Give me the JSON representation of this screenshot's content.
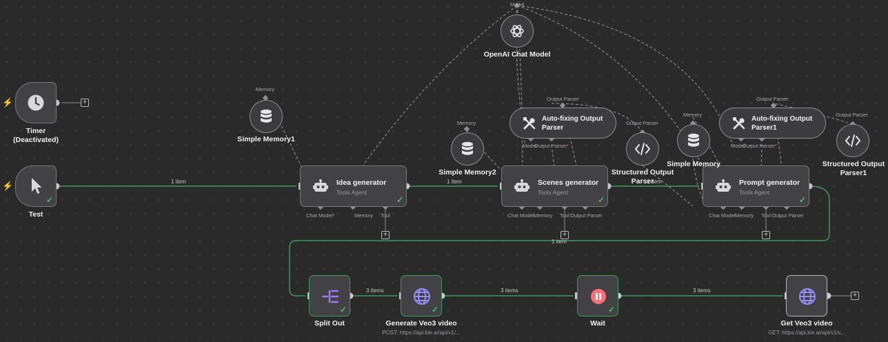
{
  "nodes": {
    "timer": {
      "title": "Timer",
      "subtitle": "(Deactivated)"
    },
    "test": {
      "title": "Test"
    },
    "idea": {
      "title": "Idea generator",
      "subtitle": "Tools Agent",
      "ports": {
        "chat_model": "Chat Model",
        "memory": "Memory",
        "tool": "Tool"
      }
    },
    "scenes": {
      "title": "Scenes generator",
      "subtitle": "Tools Agent",
      "ports": {
        "chat_model": "Chat Model",
        "memory": "Memory",
        "tool": "Tool",
        "output_parser": "Output Parser"
      }
    },
    "prompt": {
      "title": "Prompt generator",
      "subtitle": "Tools Agent",
      "ports": {
        "chat_model": "Chat Model",
        "memory": "Memory",
        "tool": "Tool",
        "output_parser": "Output Parser"
      }
    },
    "memory1": {
      "title": "Simple Memory1",
      "port": "Memory"
    },
    "memory2": {
      "title": "Simple Memory2",
      "port": "Memory"
    },
    "memory3": {
      "title": "Simple Memory",
      "port": "Memory"
    },
    "openai": {
      "title": "OpenAI Chat Model",
      "port": "Model"
    },
    "autofix1": {
      "title": "Auto-fixing Output Parser",
      "top_port": "Output Parser",
      "port_model": "Model",
      "port_output": "Output Parser"
    },
    "autofix2": {
      "title": "Auto-fixing Output Parser1",
      "top_port": "Output Parser",
      "port_model": "Model",
      "port_output": "Output Parser"
    },
    "struct1": {
      "title": "Structured Output Parser",
      "port": "Output Parser"
    },
    "struct2": {
      "title": "Structured Output Parser1",
      "port": "Output Parser"
    },
    "split": {
      "title": "Split Out"
    },
    "veo3": {
      "title": "Generate Veo3 video",
      "subtitle": "POST: https://api.kie.ai/api/v1/..."
    },
    "wait": {
      "title": "Wait"
    },
    "getveo": {
      "title": "Get Veo3 video",
      "subtitle": "GET: https://api.kie.ai/api/v1/v..."
    }
  },
  "edges": {
    "test_idea": "1 item",
    "idea_scenes": "1 item",
    "scenes_prompt": "1 item",
    "prompt_split": "1 item",
    "split_veo3": "3 items",
    "veo3_wait": "3 items",
    "wait_getveo": "3 items"
  },
  "colors": {
    "main_wire": "#3d9a5d",
    "sub_wire": "#8f8f93",
    "success": "#4cbf6e",
    "trigger_bolt": "#ff6d5a",
    "split_icon": "#a07bff",
    "http_icon": "#9d8cff",
    "wait_icon": "#ff6f7a"
  },
  "icons": {
    "timer": "clock-icon",
    "test": "cursor-icon",
    "agents": "robot-icon",
    "memory": "database-icon",
    "openai": "openai-icon",
    "autofix": "tools-icon",
    "structured": "code-icon",
    "split": "split-icon",
    "http": "globe-icon",
    "wait": "pause-icon"
  }
}
